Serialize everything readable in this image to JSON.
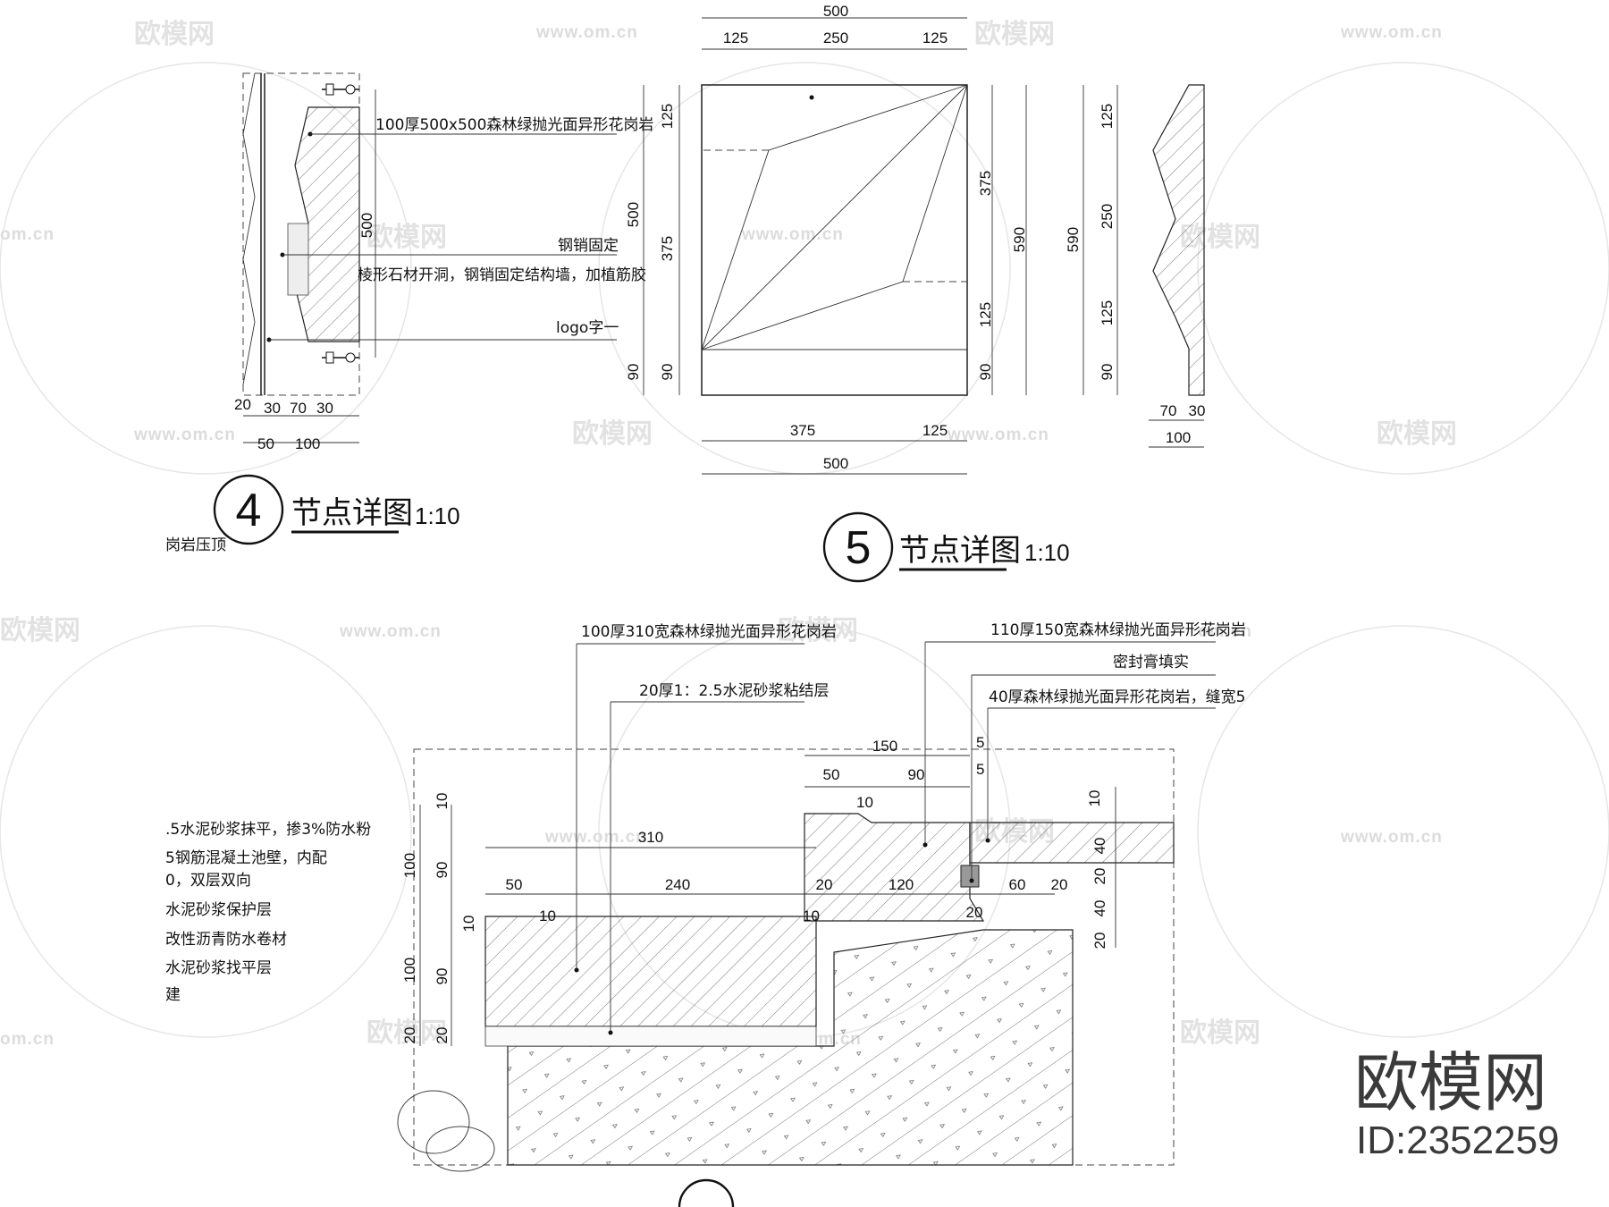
{
  "watermark": {
    "brand": "欧模网",
    "url": "www.om.cn",
    "url_short": "om.cn"
  },
  "detail4": {
    "number": "4",
    "title": "节点详图",
    "scale": "1:10",
    "notes": [
      "100厚500x500森林绿抛光面异形花岗岩",
      "钢销固定",
      "棱形石材开洞，钢销固定结构墙，加植筋胶",
      "logo字一"
    ],
    "dim_vertical": "500",
    "dims_bottom_row1": [
      "20",
      "30",
      "70",
      "30"
    ],
    "dims_bottom_row2": [
      "50",
      "100"
    ],
    "side_text": "岗岩压顶"
  },
  "detail5": {
    "number": "5",
    "title": "节点详图",
    "scale": "1:10",
    "top_total": "500",
    "top_parts": [
      "125",
      "250",
      "125"
    ],
    "left_outer": "500",
    "left_parts": [
      "125",
      "375",
      "90"
    ],
    "left_small": "90",
    "right_parts": [
      "375",
      "125",
      "90"
    ],
    "right_total": "590",
    "bottom_parts": [
      "375",
      "125"
    ],
    "bottom_total": "500",
    "side_total": "590",
    "side_parts": [
      "125",
      "250",
      "125",
      "90"
    ],
    "side_bottom_row1": [
      "70",
      "30"
    ],
    "side_bottom_row2": "100"
  },
  "detail6": {
    "notes": [
      "100厚310宽森林绿抛光面异形花岗岩",
      "20厚1：2.5水泥砂浆粘结层",
      "110厚150宽森林绿抛光面异形花岗岩",
      "密封膏填实",
      "40厚森林绿抛光面异形花岗岩，缝宽5"
    ],
    "left_notes": [
      ".5水泥砂浆抹平，掺3%防水粉",
      "5钢筋混凝土池壁，内配",
      "0，双层双向",
      "水泥砂浆保护层",
      "改性沥青防水卷材",
      "水泥砂浆找平层",
      "建"
    ],
    "dims_top": [
      "150",
      "5",
      "5",
      "50",
      "90",
      "10"
    ],
    "dims_mid": [
      "310",
      "50",
      "240",
      "10",
      "10",
      "20",
      "120",
      "20",
      "60",
      "20"
    ],
    "dims_left": [
      "10",
      "90",
      "100",
      "10",
      "90",
      "100",
      "20",
      "20"
    ],
    "dims_right": [
      "10",
      "40",
      "20",
      "40",
      "20"
    ]
  },
  "brand": {
    "name": "欧模网",
    "id": "ID:2352259"
  }
}
